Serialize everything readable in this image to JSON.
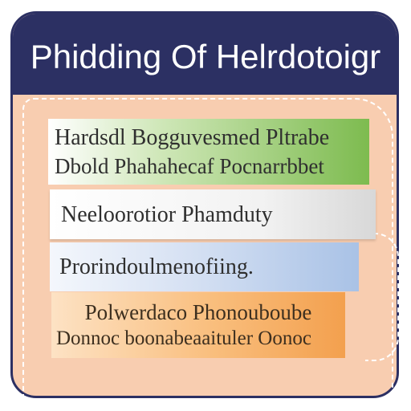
{
  "title": "Phidding Of Helrdotoigr",
  "blocks": [
    {
      "lines": [
        "Hardsdl Bogguvesmed Pltrabe",
        "Dbold Phahahecaf Pocnarrbbet"
      ]
    },
    {
      "lines": [
        "Neeloorotior  Phamduty"
      ]
    },
    {
      "lines": [
        "Prorindoulmenofiing."
      ]
    },
    {
      "lines": [
        "Polwerdaco Phonouboube",
        "Donnoc boonabeaaituler  Oonoc"
      ]
    }
  ],
  "colors": {
    "header": "#2c3063",
    "panel": "#f8cdb0",
    "green": "#7dbb4f",
    "gray": "#d8d8d8",
    "blue": "#a9c2e6",
    "orange": "#f3a04e"
  }
}
